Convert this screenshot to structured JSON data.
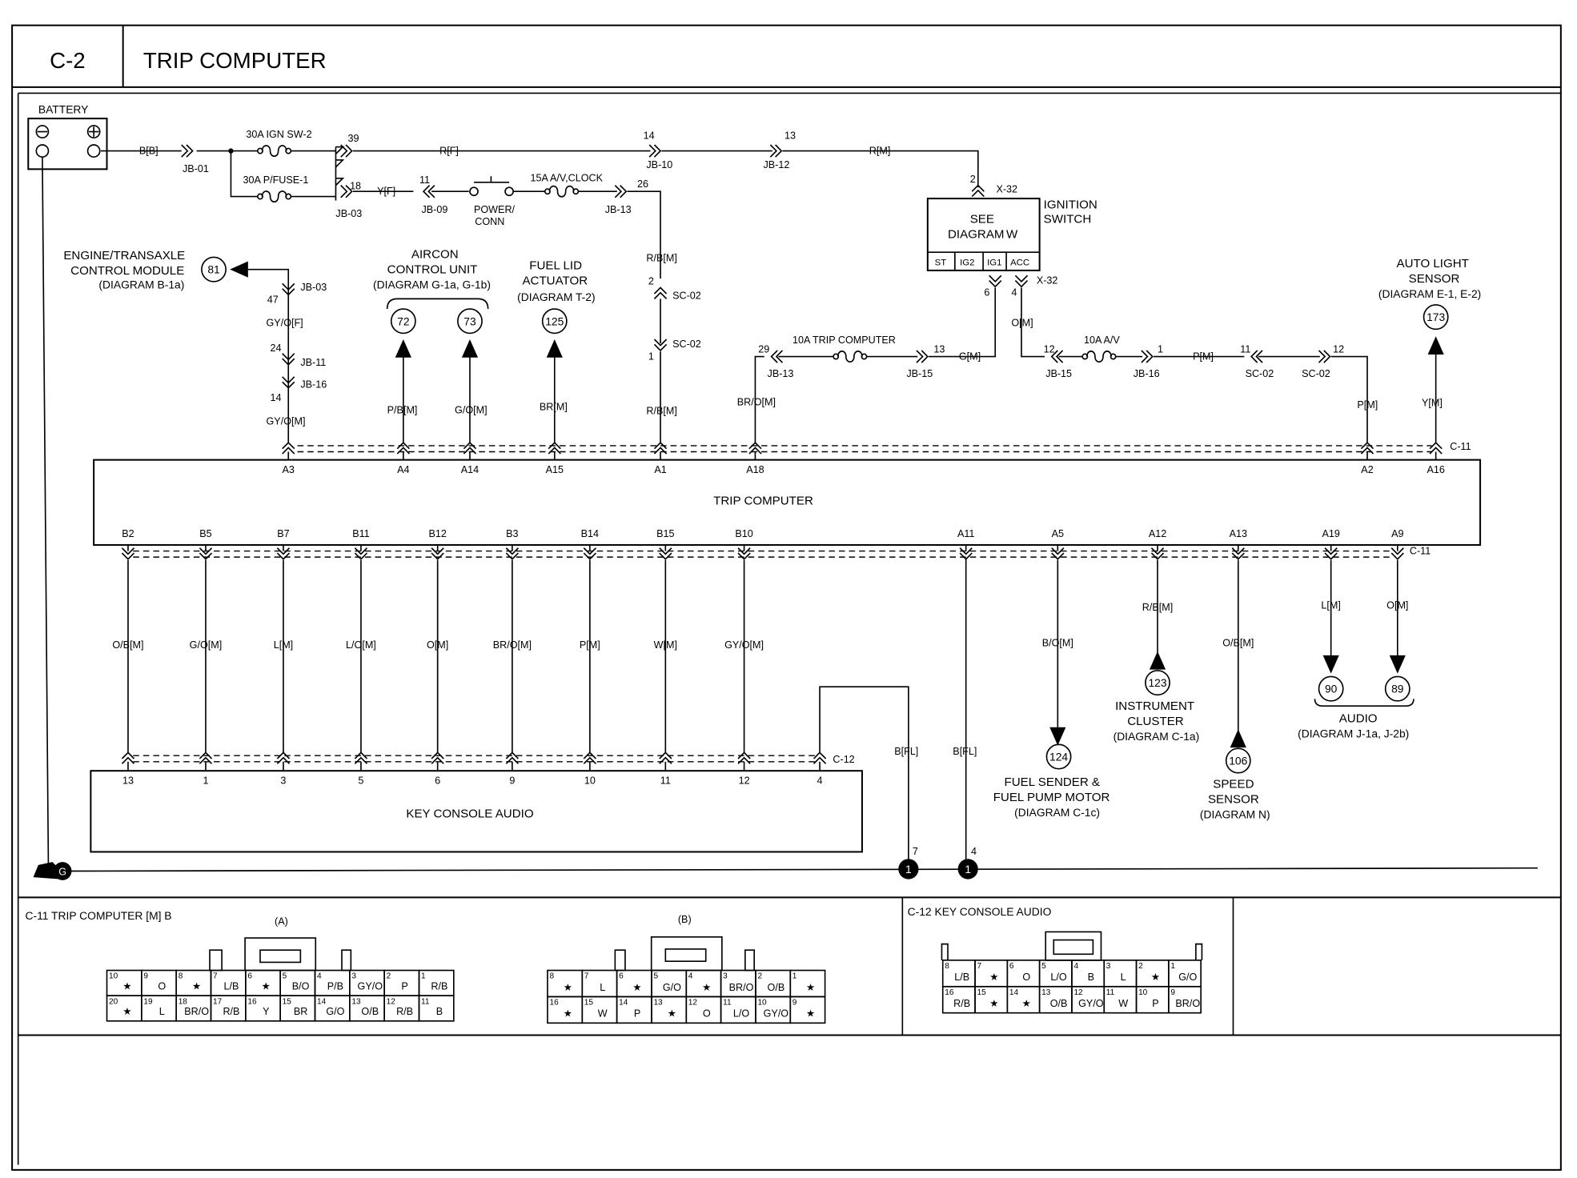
{
  "header": {
    "code": "C-2",
    "title": "TRIP COMPUTER"
  },
  "power": {
    "battery": "BATTERY",
    "bb": "B[B]",
    "jb01": "JB-01",
    "f_ign": "30A IGN SW-2",
    "f_pfuse": "30A P/FUSE-1",
    "p39": "39",
    "p18": "18",
    "jb03a": "JB-03",
    "rf": "R[F]",
    "yf": "Y[F]",
    "p14": "14",
    "jb10": "JB-10",
    "p13": "13",
    "jb12": "JB-12",
    "rm": "R[M]",
    "p11": "11",
    "jb09": "JB-09",
    "pc1": "POWER/",
    "pc2": "CONN",
    "f_clock": "15A A/V,CLOCK",
    "p26": "26",
    "jb13a": "JB-13"
  },
  "ign": {
    "pin2": "2",
    "x32a": "X-32",
    "see": "SEE",
    "diag": "DIAGRAM",
    "w": "W",
    "lab1": "IGNITION",
    "lab2": "SWITCH",
    "st": "ST",
    "ig2": "IG2",
    "ig1": "IG1",
    "acc": "ACC",
    "pin6": "6",
    "pin4": "4",
    "x32b": "X-32",
    "om": "O[M]",
    "gm": "G[M]"
  },
  "branch": {
    "p29": "29",
    "jb13": "JB-13",
    "f_trip": "10A TRIP COMPUTER",
    "p13": "13",
    "jb15": "JB-15",
    "p12": "12",
    "jb15b": "JB-15",
    "f_av": "10A A/V",
    "p1": "1",
    "jb16": "JB-16",
    "pm": "P[M]",
    "p11": "11",
    "sc02a": "SC-02",
    "p12b": "12",
    "sc02b": "SC-02",
    "brom": "BR/O[M]",
    "pm2": "P[M]",
    "ym": "Y[M]"
  },
  "rbm": {
    "top": "R/B[M]",
    "p2": "2",
    "sc1": "SC-02",
    "p1": "1",
    "sc2": "SC-02",
    "bot": "R/B[M]"
  },
  "ecm": {
    "l1": "ENGINE/TRANSAXLE",
    "l2": "CONTROL MODULE",
    "l3": "(DIAGRAM B-1a)",
    "num": "81",
    "p47": "47",
    "jb03": "JB-03",
    "gyof": "GY/O[F]",
    "p24": "24",
    "jb11": "JB-11",
    "p14": "14",
    "jb16": "JB-16",
    "gyom": "GY/O[M]"
  },
  "aircon": {
    "l1": "AIRCON",
    "l2": "CONTROL UNIT",
    "l3": "(DIAGRAM G-1a, G-1b)",
    "n1": "72",
    "n2": "73",
    "w1": "P/B[M]",
    "w2": "G/O[M]"
  },
  "fuel": {
    "l1": "FUEL LID",
    "l2": "ACTUATOR",
    "l3": "(DIAGRAM T-2)",
    "n": "125",
    "w": "BR[M]"
  },
  "autolight": {
    "l1": "AUTO LIGHT",
    "l2": "SENSOR",
    "l3": "(DIAGRAM E-1, E-2)",
    "n": "173"
  },
  "c11a": "C-11",
  "trip": {
    "label": "TRIP COMPUTER",
    "top_pins": [
      "A3",
      "A4",
      "A14",
      "A15",
      "A1",
      "A18",
      "A2",
      "A16"
    ],
    "bot_pins": [
      "B2",
      "B5",
      "B7",
      "B11",
      "B12",
      "B3",
      "B14",
      "B15",
      "B10",
      "A11",
      "A5",
      "A12",
      "A13",
      "A19",
      "A9"
    ]
  },
  "c11b": "C-11",
  "bottom_wires": [
    "O/B[M]",
    "G/O[M]",
    "L[M]",
    "L/O[M]",
    "O[M]",
    "BR/O[M]",
    "P[M]",
    "W[M]",
    "GY/O[M]"
  ],
  "right_wires": [
    "B/O[M]",
    "R/B[M]",
    "O/B[M]",
    "L[M]",
    "O[M]"
  ],
  "kca": {
    "label": "KEY CONSOLE AUDIO",
    "pins": [
      "13",
      "1",
      "3",
      "5",
      "6",
      "9",
      "10",
      "11",
      "12",
      "4"
    ],
    "c12": "C-12"
  },
  "gnd": {
    "bfl1": "B[FL]",
    "bfl2": "B[FL]",
    "p7": "7",
    "p4": "4",
    "n1": "1",
    "n2": "1",
    "g": "G"
  },
  "fuelsender": {
    "n": "124",
    "l1": "FUEL SENDER &",
    "l2": "FUEL PUMP MOTOR",
    "l3": "(DIAGRAM C-1c)"
  },
  "cluster": {
    "n": "123",
    "l1": "INSTRUMENT",
    "l2": "CLUSTER",
    "l3": "(DIAGRAM C-1a)"
  },
  "speed": {
    "n": "106",
    "l1": "SPEED",
    "l2": "SENSOR",
    "l3": "(DIAGRAM N)"
  },
  "audio": {
    "n1": "90",
    "n2": "89",
    "l1": "AUDIO",
    "l2": "(DIAGRAM J-1a, J-2b)"
  },
  "conn_c11": {
    "title": "C-11 TRIP COMPUTER [M] B",
    "a_label": "(A)",
    "b_label": "(B)",
    "a_rows": [
      [
        {
          "n": "10",
          "t": "★"
        },
        {
          "n": "9",
          "t": "O"
        },
        {
          "n": "8",
          "t": "★"
        },
        {
          "n": "7",
          "t": "L/B"
        },
        {
          "n": "6",
          "t": "★"
        },
        {
          "n": "5",
          "t": "B/O"
        },
        {
          "n": "4",
          "t": "P/B"
        },
        {
          "n": "3",
          "t": "GY/O"
        },
        {
          "n": "2",
          "t": "P"
        },
        {
          "n": "1",
          "t": "R/B"
        }
      ],
      [
        {
          "n": "20",
          "t": "★"
        },
        {
          "n": "19",
          "t": "L"
        },
        {
          "n": "18",
          "t": "BR/O"
        },
        {
          "n": "17",
          "t": "R/B"
        },
        {
          "n": "16",
          "t": "Y"
        },
        {
          "n": "15",
          "t": "BR"
        },
        {
          "n": "14",
          "t": "G/O"
        },
        {
          "n": "13",
          "t": "O/B"
        },
        {
          "n": "12",
          "t": "R/B"
        },
        {
          "n": "11",
          "t": "B"
        }
      ]
    ],
    "b_rows": [
      [
        {
          "n": "8",
          "t": "★"
        },
        {
          "n": "7",
          "t": "L"
        },
        {
          "n": "6",
          "t": "★"
        },
        {
          "n": "5",
          "t": "G/O"
        },
        {
          "n": "4",
          "t": "★"
        },
        {
          "n": "3",
          "t": "BR/O"
        },
        {
          "n": "2",
          "t": "O/B"
        },
        {
          "n": "1",
          "t": "★"
        }
      ],
      [
        {
          "n": "16",
          "t": "★"
        },
        {
          "n": "15",
          "t": "W"
        },
        {
          "n": "14",
          "t": "P"
        },
        {
          "n": "13",
          "t": "★"
        },
        {
          "n": "12",
          "t": "O"
        },
        {
          "n": "11",
          "t": "L/O"
        },
        {
          "n": "10",
          "t": "GY/O"
        },
        {
          "n": "9",
          "t": "★"
        }
      ]
    ]
  },
  "conn_c12": {
    "title": "C-12 KEY CONSOLE AUDIO",
    "rows": [
      [
        {
          "n": "8",
          "t": "L/B"
        },
        {
          "n": "7",
          "t": "★"
        },
        {
          "n": "6",
          "t": "O"
        },
        {
          "n": "5",
          "t": "L/O"
        },
        {
          "n": "4",
          "t": "B"
        },
        {
          "n": "3",
          "t": "L"
        },
        {
          "n": "2",
          "t": "★"
        },
        {
          "n": "1",
          "t": "G/O"
        }
      ],
      [
        {
          "n": "16",
          "t": "R/B"
        },
        {
          "n": "15",
          "t": "★"
        },
        {
          "n": "14",
          "t": "★"
        },
        {
          "n": "13",
          "t": "O/B"
        },
        {
          "n": "12",
          "t": "GY/O"
        },
        {
          "n": "11",
          "t": "W"
        },
        {
          "n": "10",
          "t": "P"
        },
        {
          "n": "9",
          "t": "BR/O"
        }
      ]
    ]
  }
}
